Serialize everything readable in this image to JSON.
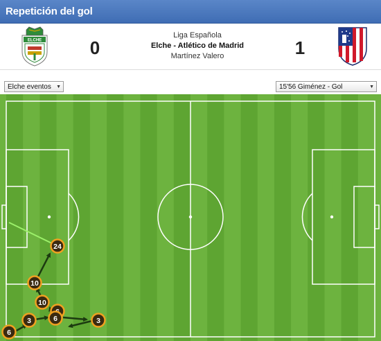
{
  "header": {
    "title": "Repetición del gol"
  },
  "match": {
    "competition": "Liga Española",
    "teams": "Elche - Atlético de Madrid",
    "referee": "Martínez Valero",
    "home_score": "0",
    "away_score": "1",
    "home_crest_text": "ELCHE"
  },
  "controls": {
    "team_filter": "Elche eventos",
    "event_select": "15'56 Giménez - Gol"
  },
  "colors": {
    "pitch_light": "#6db33f",
    "pitch_dark": "#5ea532",
    "player_marker": "#3a2a10",
    "marker_ring": "#f0a020",
    "pass_arrow": "#1c3a10",
    "shot_line": "#9cf06a",
    "header_bar": "#4b78be"
  },
  "players": [
    {
      "number": "24"
    },
    {
      "number": "10"
    },
    {
      "number": "10"
    },
    {
      "number": "6"
    },
    {
      "number": "6"
    },
    {
      "number": "3"
    },
    {
      "number": "3"
    },
    {
      "number": "6"
    }
  ]
}
